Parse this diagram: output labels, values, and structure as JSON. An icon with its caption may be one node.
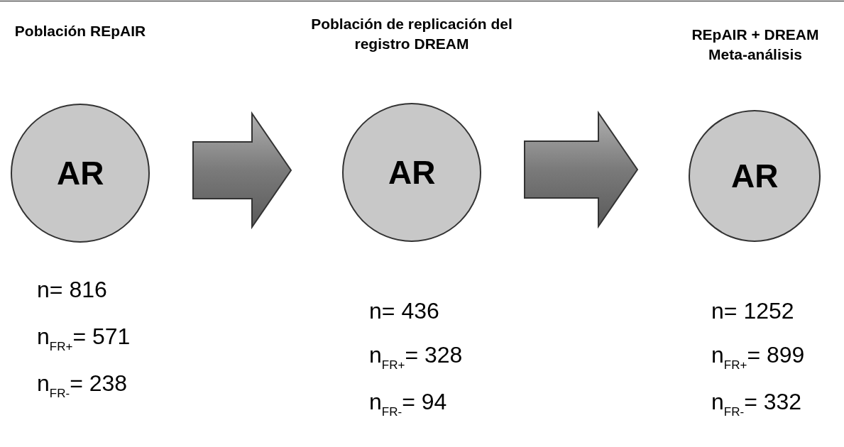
{
  "diagram": {
    "nodes": [
      {
        "text": [
          "Población REpAIR",
          "AR"
        ],
        "beside": [
          "n= 816",
          "n$_{FR+}$= 571",
          "n$_{FR-}$= 238"
        ]
      },
      {
        "text": [
          "Población de replicación del registro DREAM",
          "AR"
        ],
        "beside": [
          "n= 436",
          "n$_{FR+}$= 328",
          "n$_{FR-}$= 94"
        ]
      },
      {
        "text": [
          "REpAIR + DREAM Meta-análisis",
          "AR"
        ],
        "beside": [
          "n= 1252",
          "n$_{FR+}$= 899",
          "n$_{FR-}$= 332"
        ]
      }
    ],
    "edges": [
      {
        "from": 0,
        "to": 1,
        "arrow": "to",
        "style": "thick"
      },
      {
        "from": 1,
        "to": 2,
        "arrow": "to",
        "style": "thick"
      }
    ]
  }
}
